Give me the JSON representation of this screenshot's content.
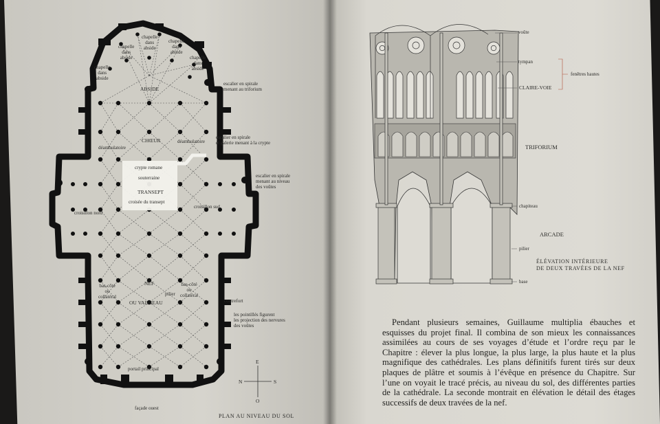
{
  "plan": {
    "labels": {
      "chapelle_1": "chapelle\ndans\nabside",
      "chapelle_2": "chapelle\ndans\nabside",
      "chapelle_3": "chapelle\ndans\nabside",
      "chapelle_4": "chapelle\ndans\nabside",
      "chapelle_5": "chapelle\ndans\nabside",
      "abside": "ABSIDE",
      "escalier_triforium": "escalier en spirale\nmenant au triforium",
      "choeur": "CHŒUR",
      "deambulatoire_l": "déambulatoire",
      "deambulatoire_r": "déambulatoire",
      "escalier_crypte": "escalier en spirale\net galerie menant à la crypte",
      "crypte": "crypte romane",
      "souterraine": "souterraine",
      "transept": "TRANSEPT",
      "croisee": "croisée du transept",
      "escalier_voutes": "escalier en spirale\nmenant au niveau\ndes voûtes",
      "croisillon_nord": "croisillon nord",
      "croisillon_sud": "croisillon sud",
      "nef": "NEF",
      "bas_cote_l": "bas-côté\nou\ncollatéral",
      "bas_cote_r": "bas-côté\nou\ncollatéral",
      "pilier": "pilier",
      "vaisseau": "OU VAISSEAU",
      "contrefort": "contrefort",
      "pointilles": "les pointillés figurent\nles projection des nervures\ndes voûtes",
      "portail": "portail principal",
      "facade": "façade ouest",
      "compass_e": "E",
      "compass_n": "N",
      "compass_s": "S",
      "compass_o": "O",
      "caption": "PLAN AU NIVEAU DU SOL"
    }
  },
  "elevation": {
    "labels": {
      "voute": "voûte",
      "tympan": "tympan",
      "claire_voie": "CLAIRE-VOIE",
      "fenetres_hautes": "fenêtres hautes",
      "triforium": "TRIFORIUM",
      "chapiteau": "chapiteau",
      "arcade": "ARCADE",
      "pilier": "pilier",
      "base": "base"
    },
    "caption_line1": "ÉLÉVATION INTÉRIEURE",
    "caption_line2": "DE DEUX TRAVÉES DE LA NEF"
  },
  "body_text": "Pendant plusieurs semaines, Guillaume multiplia ébauches et esquisses du projet final. Il combina de son mieux les connaissances assimilées au cours de ses voyages d’étude et l’ordre reçu par le Chapitre : élever la plus longue, la plus large, la plus haute et la plus magnifique des cathédrales. Les plans définitifs furent tirés sur deux plaques de plâtre et soumis à l’évêque en présence du Chapitre. Sur l’une on voyait le tracé précis, au niveau du sol, des différentes parties de la cathédrale. La seconde montrait en élévation le détail des étages successifs de deux travées de la nef."
}
